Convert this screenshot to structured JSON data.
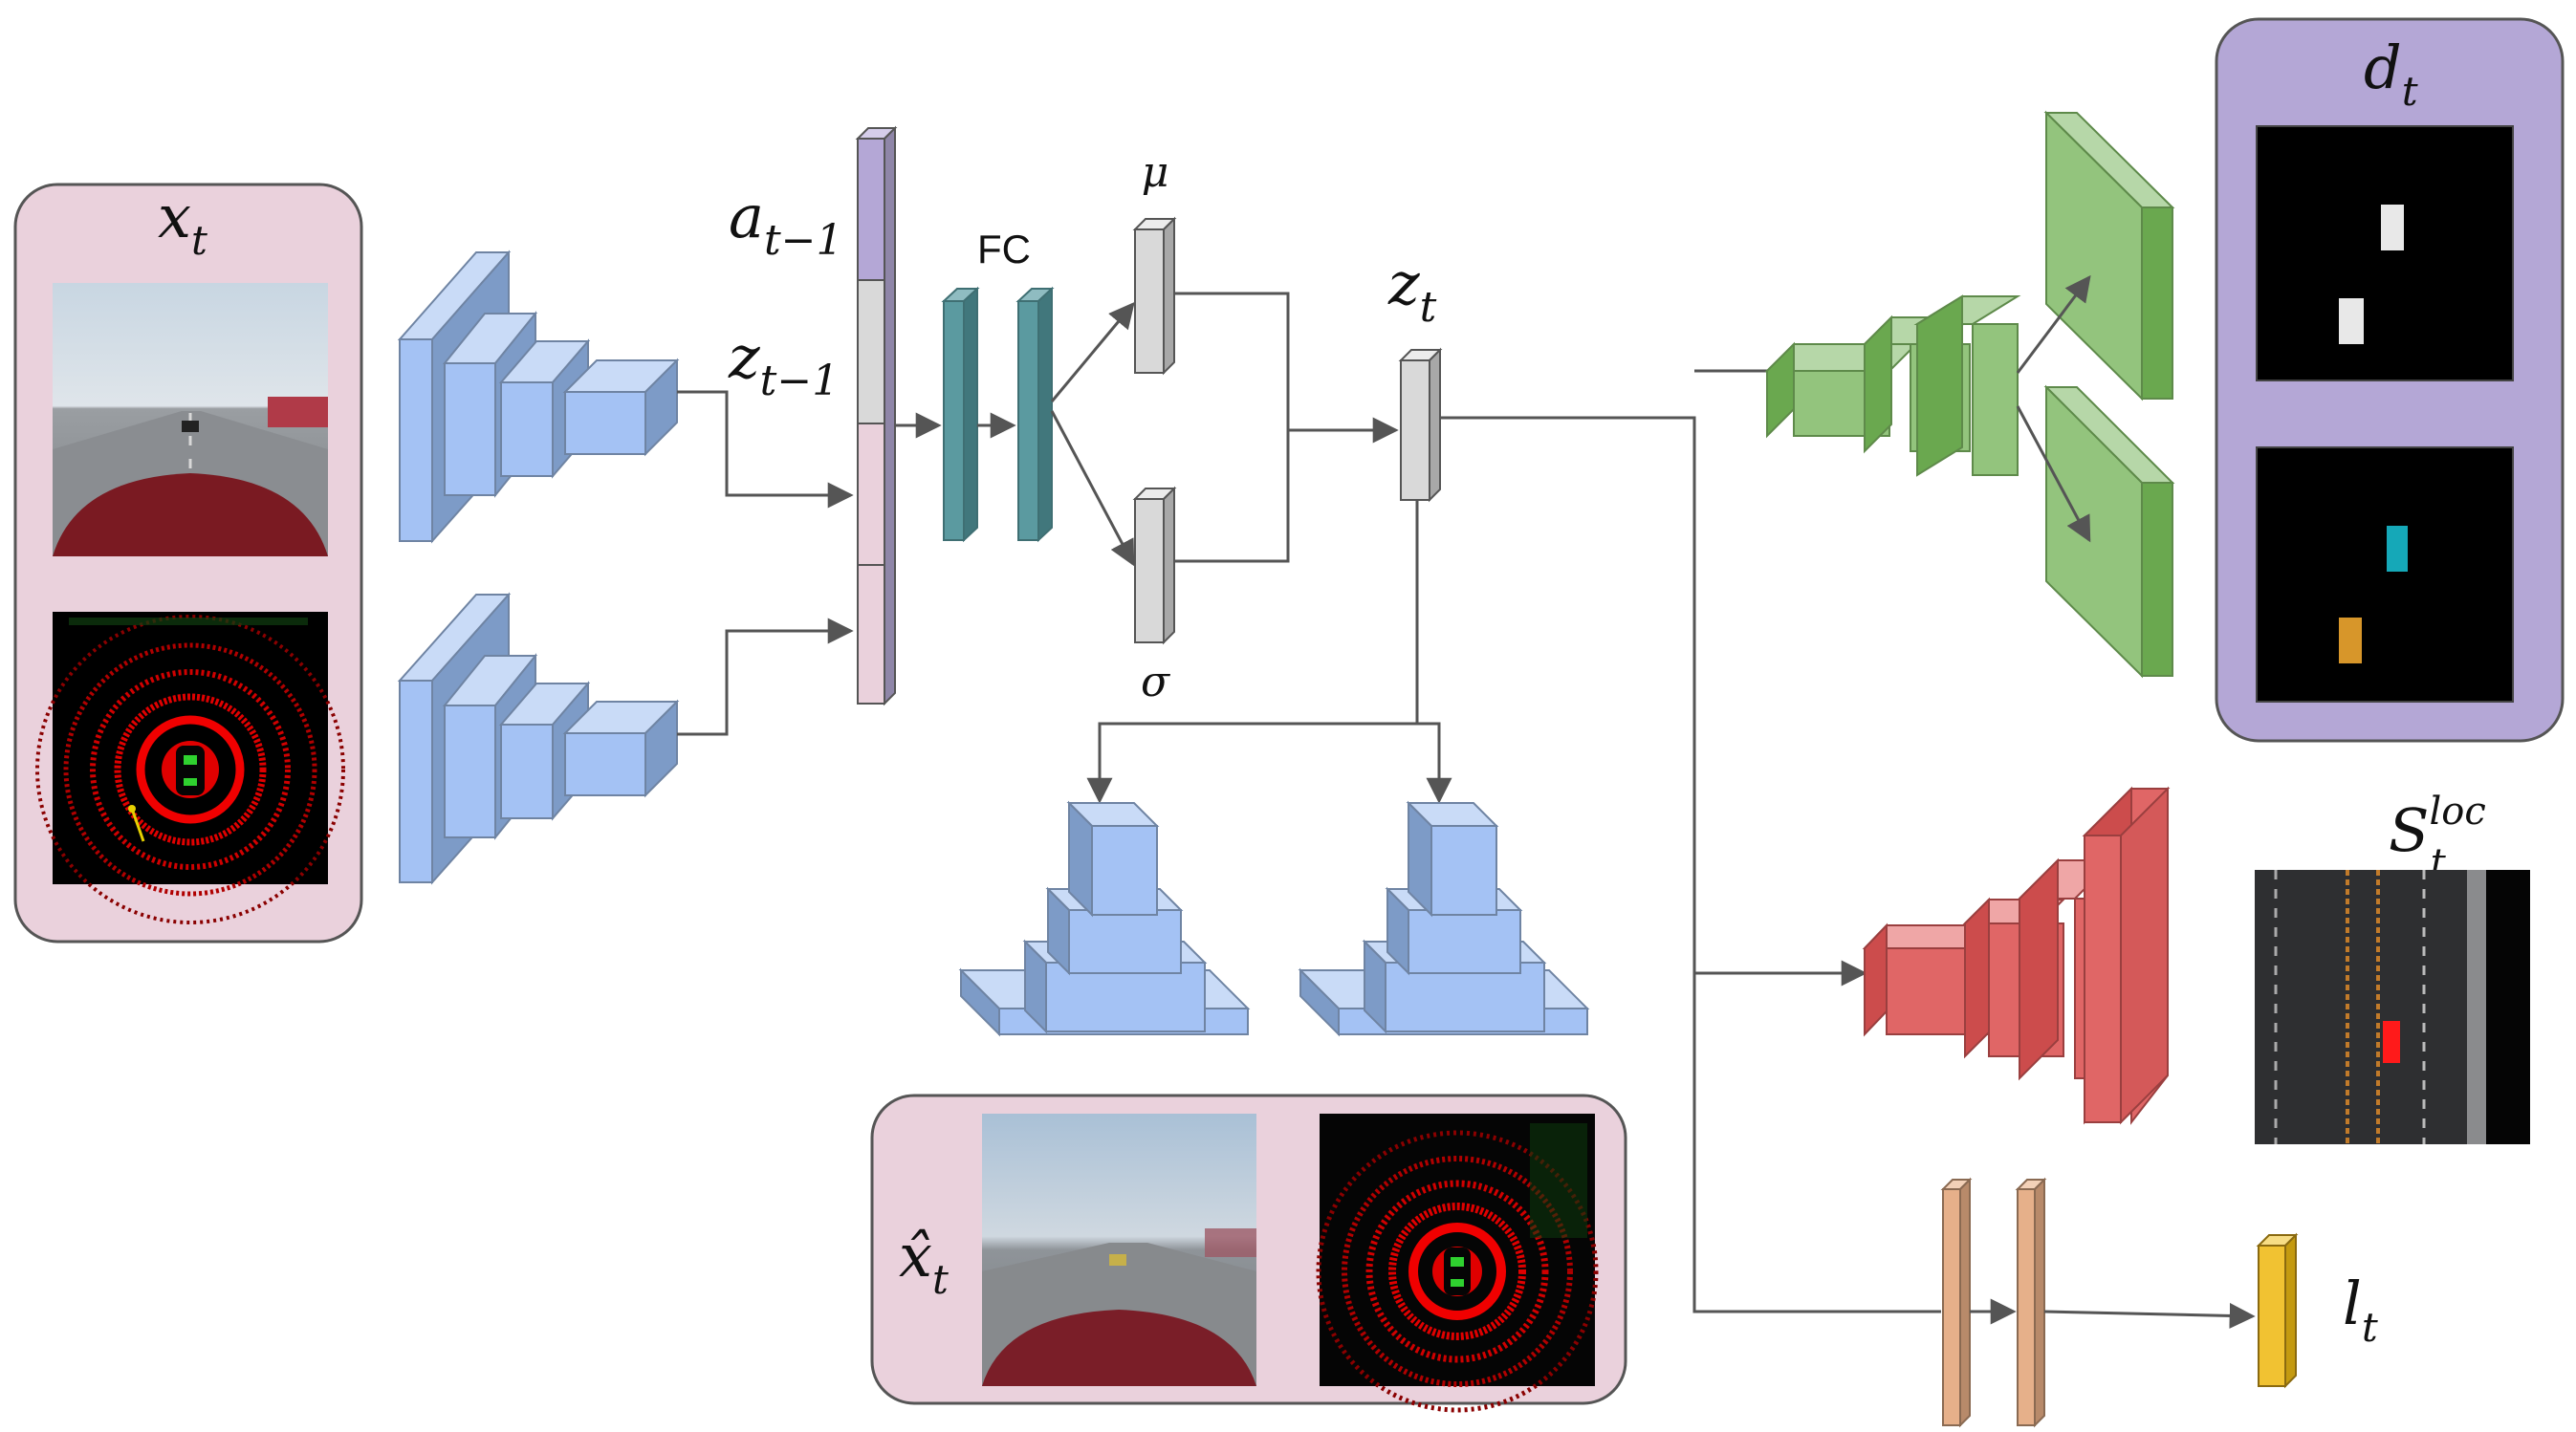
{
  "labels": {
    "x_t": {
      "main": "x",
      "sub": "t"
    },
    "a_prev": {
      "main": "a",
      "sub": "t−1"
    },
    "z_prev": {
      "main": "z",
      "sub": "t−1"
    },
    "fc": "FC",
    "mu": "μ",
    "sigma": "σ",
    "z_t": {
      "main": "z",
      "sub": "t"
    },
    "d_t": {
      "main": "d",
      "sub": "t"
    },
    "s_loc": {
      "main": "S",
      "sub": "t",
      "sup": "loc"
    },
    "x_hat": {
      "main": "x̂",
      "sub": "t"
    },
    "l_t": {
      "main": "l",
      "sub": "t"
    }
  },
  "colors": {
    "encoder_blue": "#a4c2f4",
    "fc_teal": "#5b9aa0",
    "latent_gray": "#d9d9d9",
    "detection_green": "#93c47d",
    "segmentation_red": "#e06666",
    "lane_orange": "#e6b08a",
    "output_yellow": "#f1c232",
    "input_panel_pink": "#ead1dc",
    "detection_panel_purple": "#b4a7d6",
    "action_segment_purple": "#b4a7d6",
    "latent_segment_gray": "#d9d9d9",
    "feature_segment_pink": "#ead1dc"
  },
  "icons": {
    "camera_image": "rgb-camera-frame",
    "lidar_image": "lidar-birdseye-frame",
    "reconstructed_camera": "reconstructed-camera-frame",
    "reconstructed_lidar": "reconstructed-lidar-frame",
    "detection_boxes": "vehicle-bounding-box-map",
    "detection_classes": "class-colored-box-map",
    "lane_map": "road-lane-segmentation-map"
  }
}
